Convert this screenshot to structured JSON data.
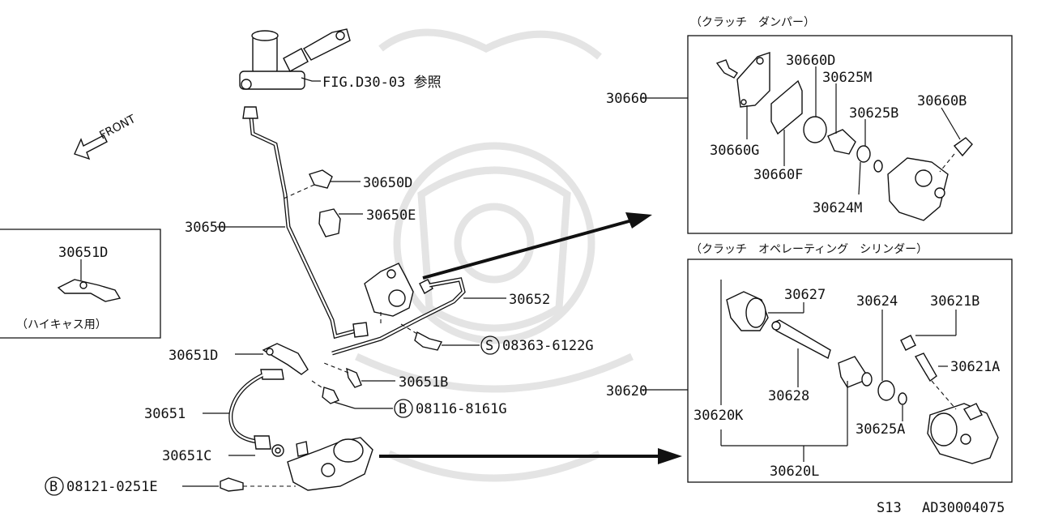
{
  "diagram": {
    "front_label": "FRONT",
    "ref_fig": "FIG.D30-03 参照",
    "footer_model": "S13",
    "footer_code": "AD30004075",
    "box_damper": {
      "title": "（クラッチ　ダンパー）",
      "main_part": "30660",
      "parts": [
        "30660D",
        "30625M",
        "30625B",
        "30660B",
        "30660G",
        "30660F",
        "30624M"
      ]
    },
    "box_operating": {
      "title": "（クラッチ　オペレーティング　シリンダー）",
      "main_part": "30620",
      "parts": [
        "30627",
        "30624",
        "30621B",
        "30621A",
        "30628",
        "30620K",
        "30625A",
        "30620L"
      ]
    },
    "box_hicas": {
      "part": "30651D",
      "caption": "（ハイキャス用）"
    },
    "main_parts": {
      "p30650D": "30650D",
      "p30650E": "30650E",
      "p30650": "30650",
      "p30652": "30652",
      "s_bolt": "08363-6122G",
      "s_marker": "S",
      "p30651D": "30651D",
      "p30651B": "30651B",
      "b_bolt1": "08116-8161G",
      "b_marker1": "B",
      "p30651": "30651",
      "p30651C": "30651C",
      "b_bolt2": "08121-0251E",
      "b_marker2": "B"
    }
  }
}
